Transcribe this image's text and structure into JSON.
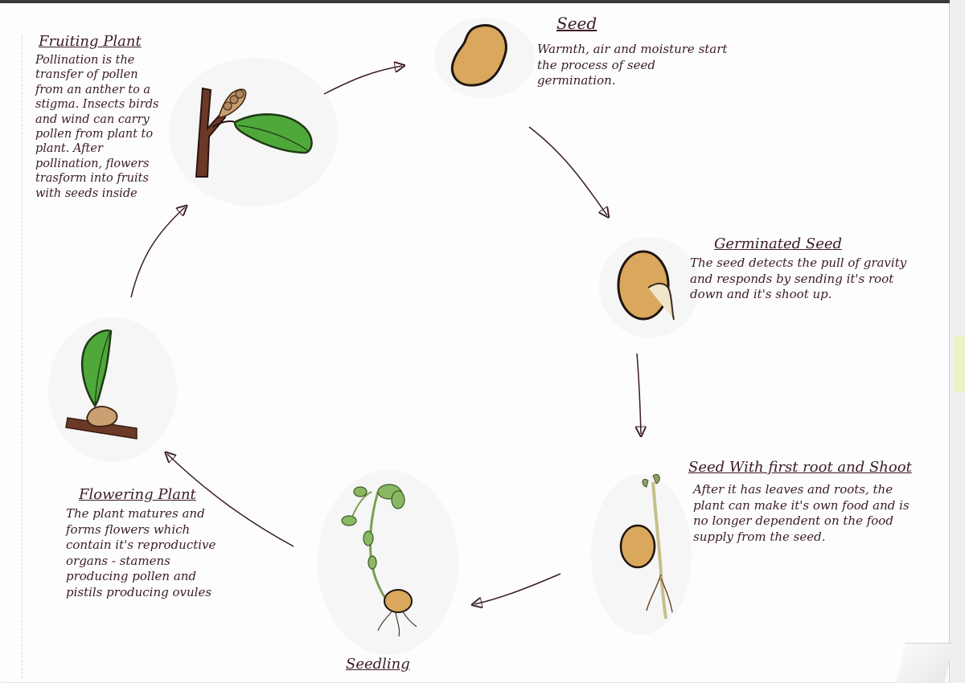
{
  "stages": {
    "seed": {
      "title": "Seed",
      "text": "Warmth, air and moisture start the process of seed germination."
    },
    "germinated": {
      "title": "Germinated Seed",
      "text": "The seed detects the pull of gravity and responds by sending it's root down and it's shoot up."
    },
    "first_root": {
      "title": "Seed With first root and Shoot",
      "text": "After it has leaves and roots, the plant can make it's own food and is no longer dependent on the food supply from the seed."
    },
    "seedling": {
      "title": "Seedling"
    },
    "flowering": {
      "title": "Flowering Plant",
      "text": "The plant matures and forms flowers which contain it's reproductive organs - stamens producing pollen and pistils producing ovules"
    },
    "fruiting": {
      "title": "Fruiting Plant",
      "text": "Pollination is the transfer of pollen from an anther to a stigma. Insects birds and wind can carry pollen from plant to plant. After pollination, flowers trasform into fruits with seeds inside"
    }
  },
  "colors": {
    "ink": "#3a1c22",
    "seed": "#d9a85c",
    "leaf": "#4fa83a",
    "stem": "#6b3a26"
  }
}
